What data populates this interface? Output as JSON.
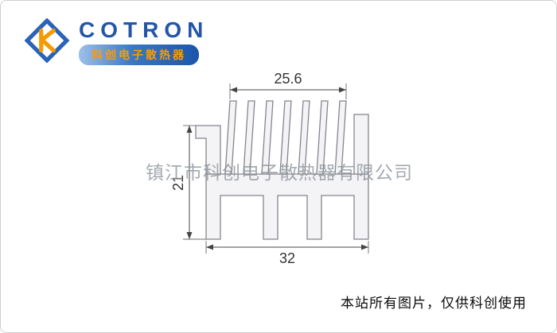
{
  "logo": {
    "brand": "COTRON",
    "tagline": "科创电子散热器"
  },
  "drawing": {
    "type": "heatsink-extrusion-cross-section",
    "dim_top": "25.6",
    "dim_left": "21",
    "dim_bottom": "32"
  },
  "watermark": {
    "text": "镇江市科创电子散热器有限公司"
  },
  "footer": {
    "notice": "本站所有图片，仅供科创使用"
  },
  "colors": {
    "brand_blue": "#2456a8",
    "brand_orange": "#ff9a00",
    "profile_fill": "#f4f4f6",
    "profile_stroke": "#85858d",
    "dimension_line": "#444444",
    "watermark_gray": "#8f959c"
  }
}
